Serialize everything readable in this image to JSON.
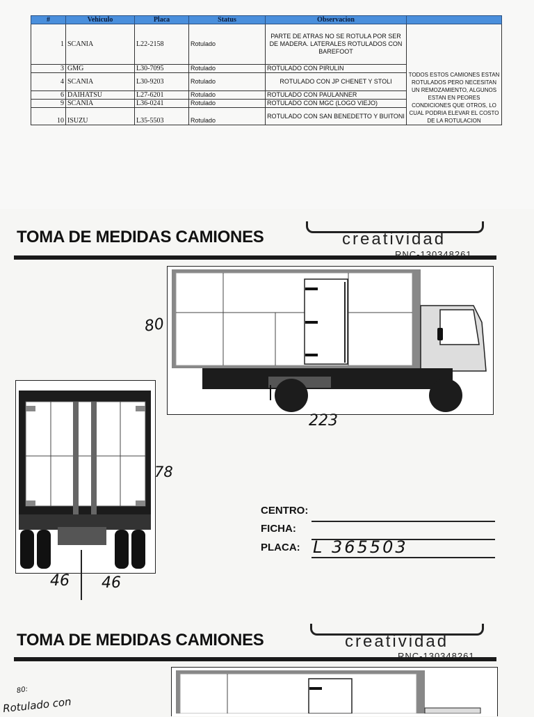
{
  "table": {
    "headers": [
      "#",
      "Vehiculo",
      "Placa",
      "Status",
      "Observacion"
    ],
    "rows": [
      {
        "num": "1",
        "vehicle": "SCANIA",
        "plate": "L22-2158",
        "status": "Rotulado",
        "obs": "PARTE DE ATRAS NO SE ROTULA POR SER DE MADERA. LATERALES ROTULADOS CON BAREFOOT"
      },
      {
        "num": "3",
        "vehicle": "GMG",
        "plate": "L30-7095",
        "status": "Rotulado",
        "obs": "ROTULADO CON PIRULIN"
      },
      {
        "num": "4",
        "vehicle": "SCANIA",
        "plate": "L30-9203",
        "status": "Rotulado",
        "obs": "ROTULADO CON JP CHENET Y STOLI"
      },
      {
        "num": "6",
        "vehicle": "DAIHATSU",
        "plate": "L27-6201",
        "status": "Rotulado",
        "obs": "ROTULADO CON PAULANNER"
      },
      {
        "num": "9",
        "vehicle": "SCANIA",
        "plate": "L36-0241",
        "status": "Rotulado",
        "obs": "ROTULADO CON MGC (LOGO VIEJO)"
      },
      {
        "num": "10",
        "vehicle": "ISUZU",
        "plate": "L35-5503",
        "status": "Rotulado",
        "obs": "ROTULADO CON SAN BENEDETTO Y BUITONI"
      }
    ],
    "side_note": "TODOS ESTOS CAMIONES ESTAN ROTULADOS PERO NECESITAN UN REMOZAMIENTO, ALGUNOS ESTAN EN PEORES CONDICIONES QUE OTROS, LO CUAL PODRIA ELEVAR EL COSTO DE LA ROTULACION"
  },
  "sheet1": {
    "title": "TOMA DE MEDIDAS CAMIONES",
    "logo_word": "creatividad",
    "rnc": "RNC-130348261",
    "side_height": "80",
    "side_length": "223",
    "rear_height": "78",
    "rear_left_width": "46",
    "rear_right_width": "46",
    "labels": {
      "centro": "CENTRO:",
      "ficha": "FICHA:",
      "placa": "PLACA:"
    },
    "placa_value": "L 365503"
  },
  "sheet2": {
    "title": "TOMA DE MEDIDAS CAMIONES",
    "logo_word": "creatividad",
    "rnc": "RNC-130348261",
    "scribble_top": "80:",
    "scribble_bottom": "Rotulado con"
  },
  "colors": {
    "header_blue": "#4a8fdc",
    "ink": "#111111",
    "truck_dark": "#1c1c1c"
  },
  "icons": [
    "truck-side-icon",
    "truck-rear-icon"
  ]
}
